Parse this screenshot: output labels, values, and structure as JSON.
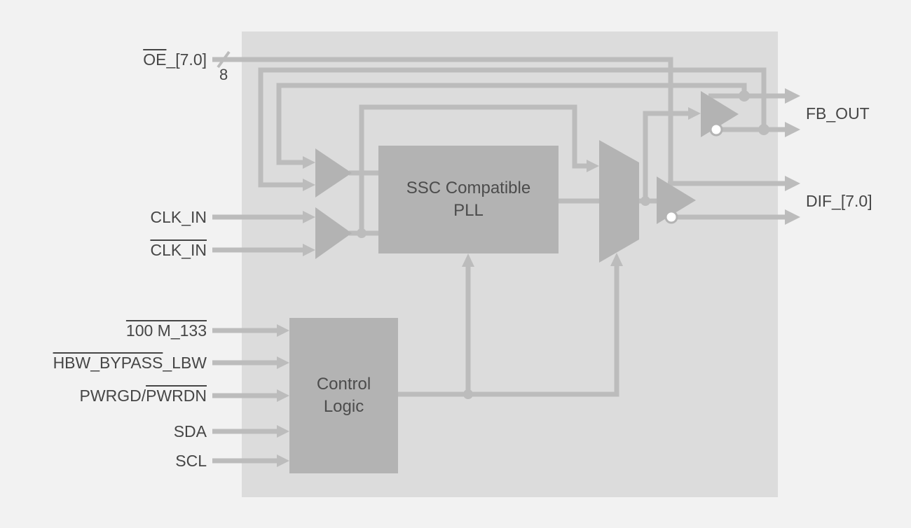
{
  "diagram": {
    "inputs": {
      "oe": {
        "over": "OE",
        "rest": "_[7.0]",
        "bus_width": "8"
      },
      "clk_in": {
        "text": "CLK_IN"
      },
      "clk_in_b": {
        "over": "CLK_IN"
      },
      "m100_133": {
        "over": "100 M_133"
      },
      "hbw_bypass_lbw": {
        "over": "HBW_BYPASS",
        "rest": "_LBW"
      },
      "pwrgd_pwrdn": {
        "pre": "PWRGD/",
        "over": "PWRDN"
      },
      "sda": {
        "text": "SDA"
      },
      "scl": {
        "text": "SCL"
      }
    },
    "outputs": {
      "fb_out": {
        "text": "FB_OUT"
      },
      "dif": {
        "text": "DIF_[7.0]"
      }
    },
    "blocks": {
      "pll": {
        "line1": "SSC Compatible",
        "line2": "PLL"
      },
      "control_logic": {
        "line1": "Control",
        "line2": "Logic"
      }
    },
    "colors": {
      "background": "#f2f2f2",
      "chip_body": "#dcdcdc",
      "block_fill": "#b3b3b3",
      "wire": "#bcbcbc",
      "label_text": "#464646"
    }
  }
}
